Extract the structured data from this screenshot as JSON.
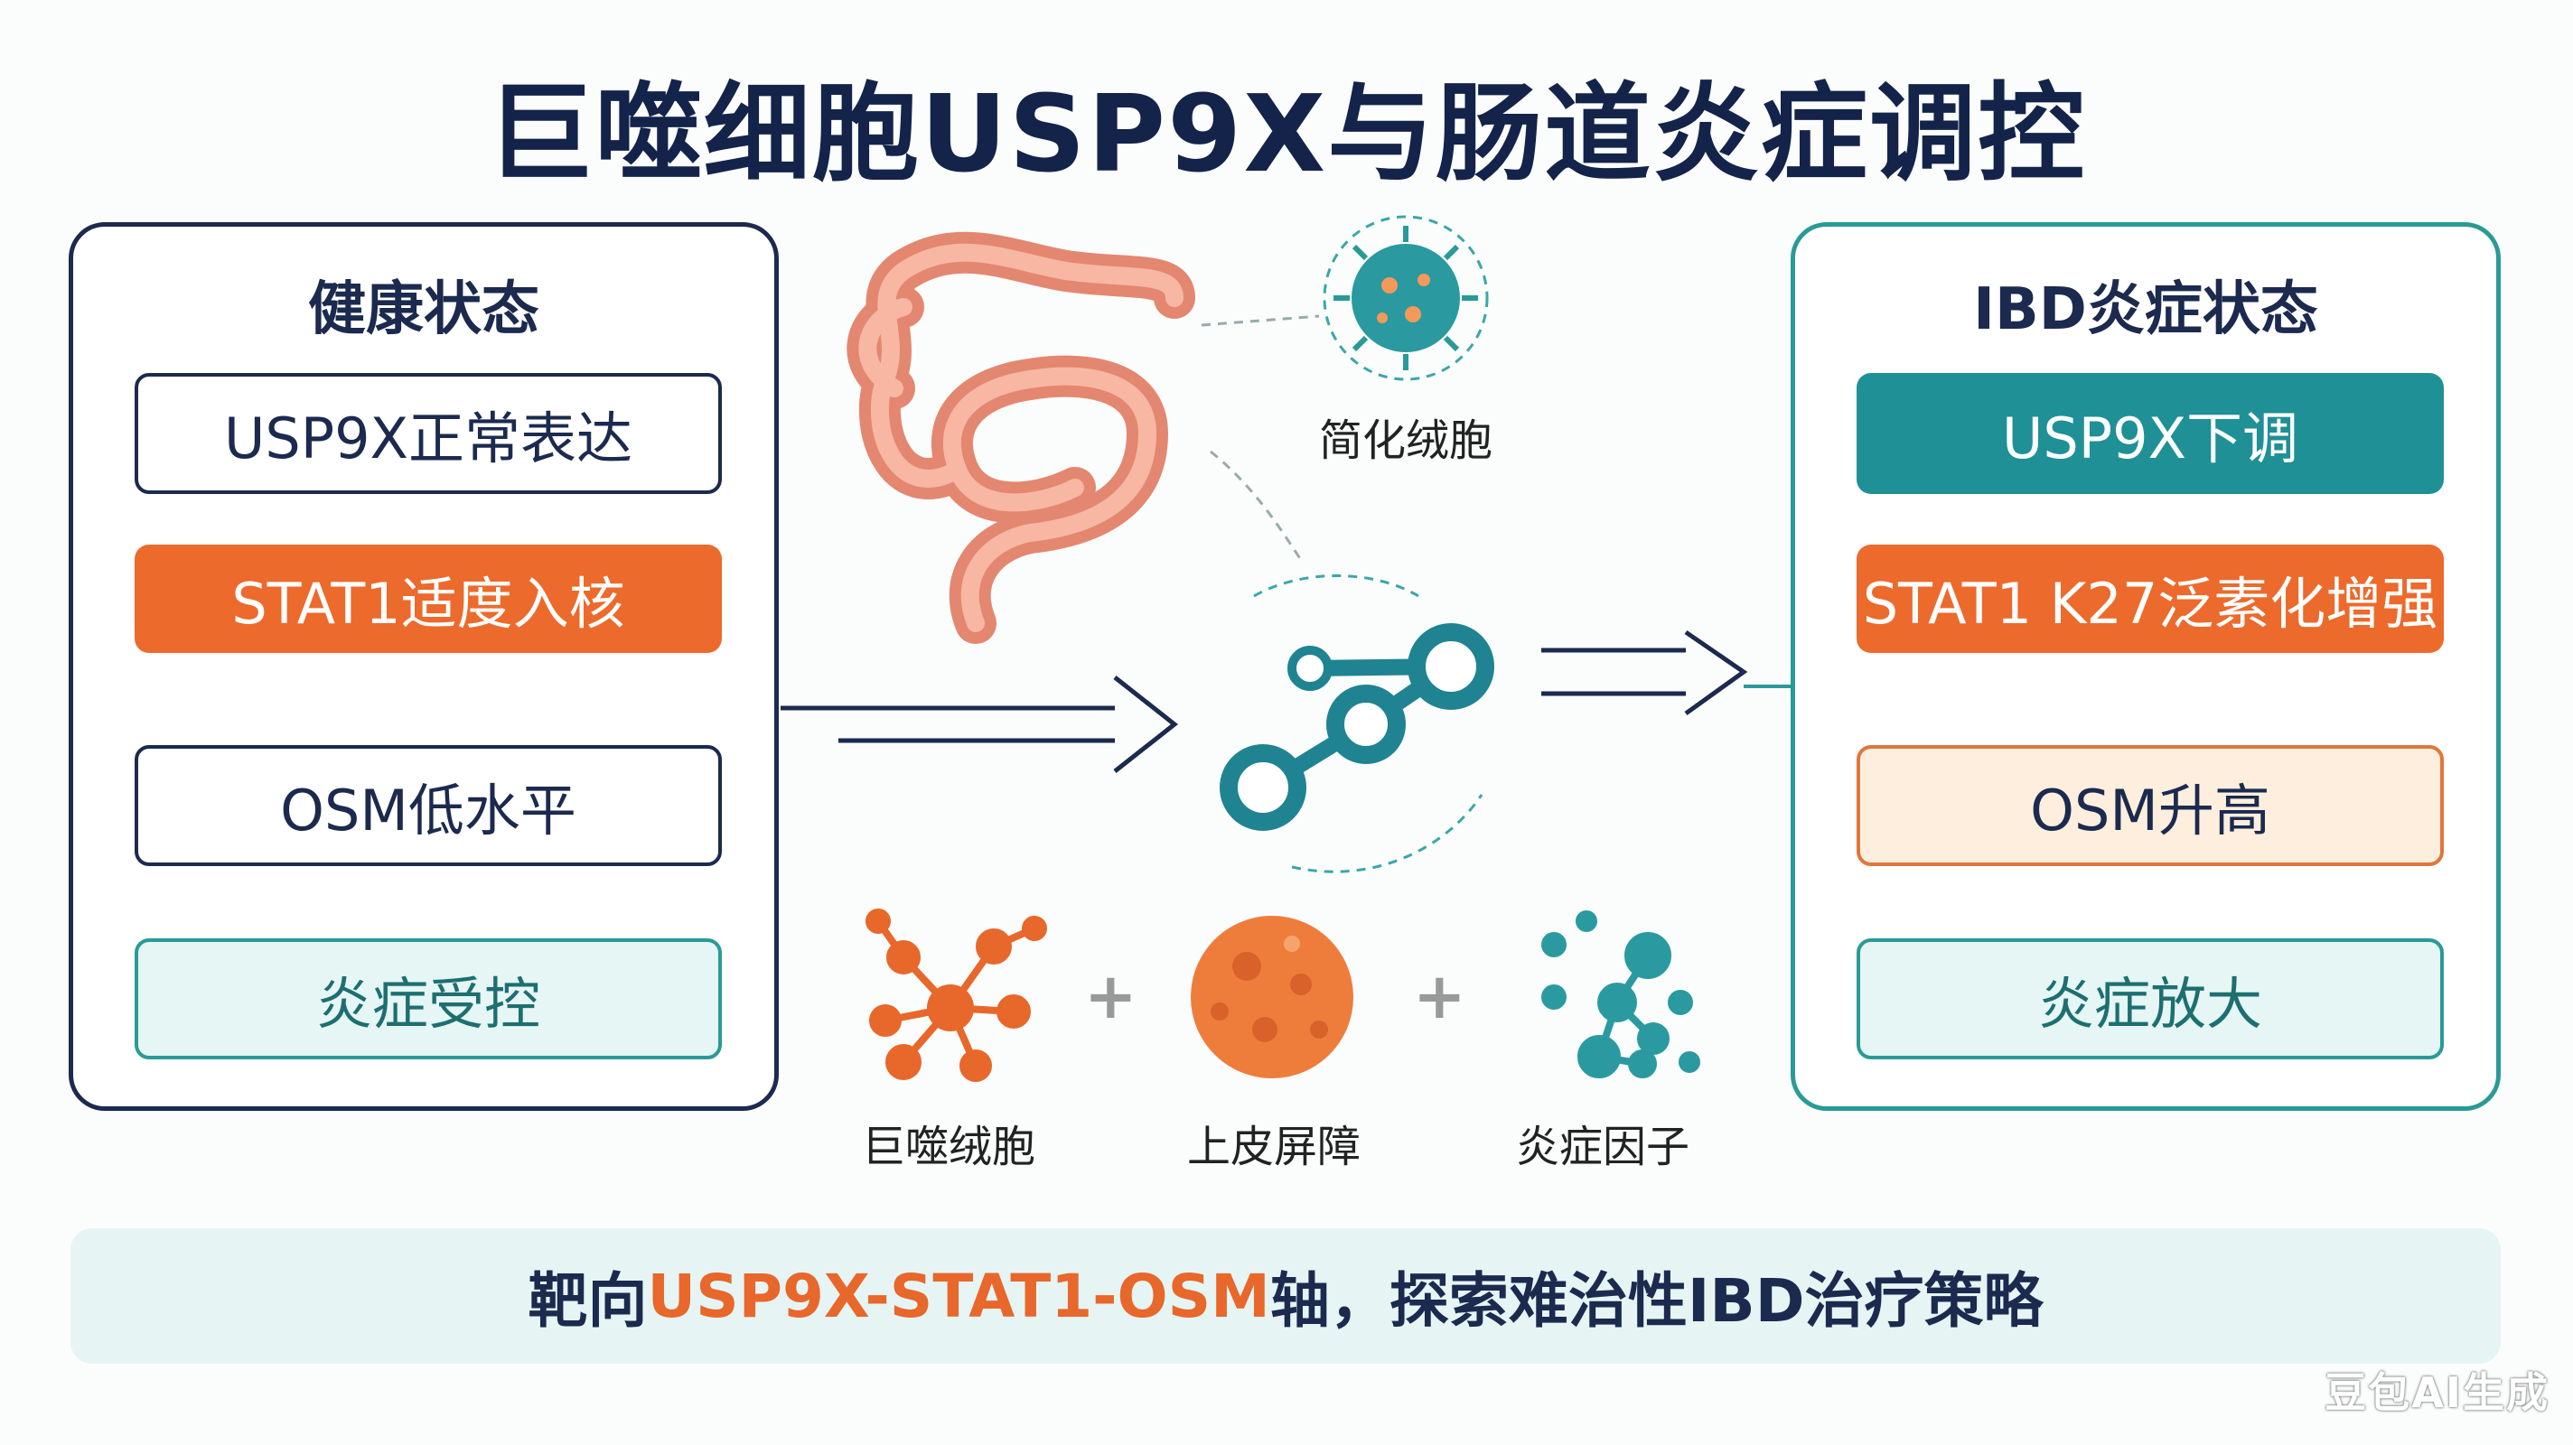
{
  "title": "巨噬细胞USP9X与肠道炎症调控",
  "left_panel": {
    "title": "健康状态",
    "steps": [
      "USP9X正常表达",
      "STAT1适度入核",
      "OSM低水平",
      "炎症受控"
    ]
  },
  "right_panel": {
    "title": "IBD炎症状态",
    "steps": [
      "USP9X下调",
      "STAT1 K27泛素化增强",
      "OSM升高",
      "炎症放大"
    ]
  },
  "center": {
    "virus_label": "简化绒胞",
    "bottom_items": [
      "巨噬绒胞",
      "上皮屏障",
      "炎症因子"
    ],
    "plus": "+"
  },
  "footer": {
    "prefix": "靶向",
    "highlight": "USP9X-STAT1-OSM",
    "suffix": "轴，探索难治性IBD治疗策略"
  },
  "watermark": "豆包AI生成",
  "colors": {
    "navy": "#1b2a4e",
    "orange": "#ec6a2c",
    "teal": "#1f9096",
    "mint": "#e5f6f5"
  }
}
